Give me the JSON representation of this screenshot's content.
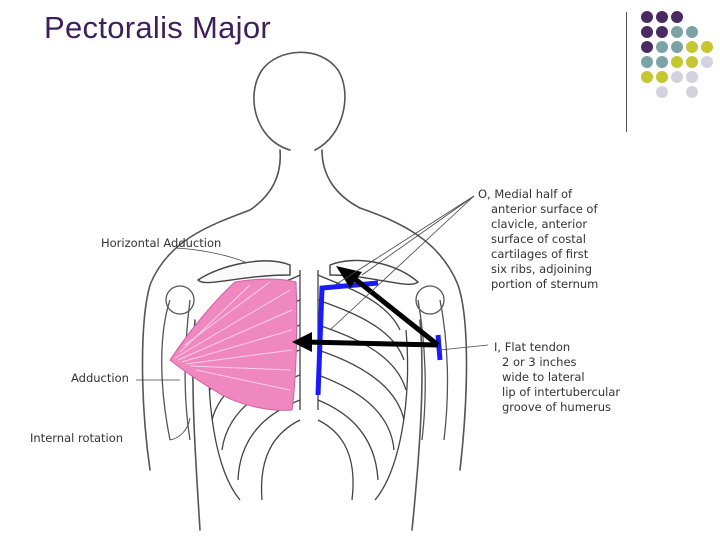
{
  "title": "Pectoralis Major",
  "labels": {
    "horizontal_adduction": "Horizontal Adduction",
    "adduction": "Adduction",
    "internal_rotation": "Internal rotation",
    "origin": [
      "O, Medial half of",
      "anterior surface of",
      "clavicle, anterior",
      "surface of costal",
      "cartilages of first",
      "six ribs, adjoining",
      "portion of sternum"
    ],
    "insertion": [
      "I, Flat tendon",
      "2 or 3 inches",
      "wide to lateral",
      "lip of intertubercular",
      "groove of humerus"
    ]
  },
  "colors": {
    "title": "#3d1f5c",
    "muscle": "#f088c0",
    "highlight": "#1a1aff",
    "arrow": "#000000",
    "dot_purple": "#4a2a60",
    "dot_teal": "#7ba3a5",
    "dot_olive": "#c6c532",
    "dot_grey": "#d3d3e0"
  },
  "dot_grid": [
    [
      "purple",
      "purple",
      "purple",
      "",
      ""
    ],
    [
      "purple",
      "purple",
      "teal",
      "teal",
      ""
    ],
    [
      "purple",
      "teal",
      "teal",
      "olive",
      "olive"
    ],
    [
      "teal",
      "teal",
      "olive",
      "olive",
      "grey"
    ],
    [
      "olive",
      "olive",
      "grey",
      "grey",
      ""
    ],
    [
      "",
      "grey",
      "",
      "grey",
      ""
    ]
  ]
}
